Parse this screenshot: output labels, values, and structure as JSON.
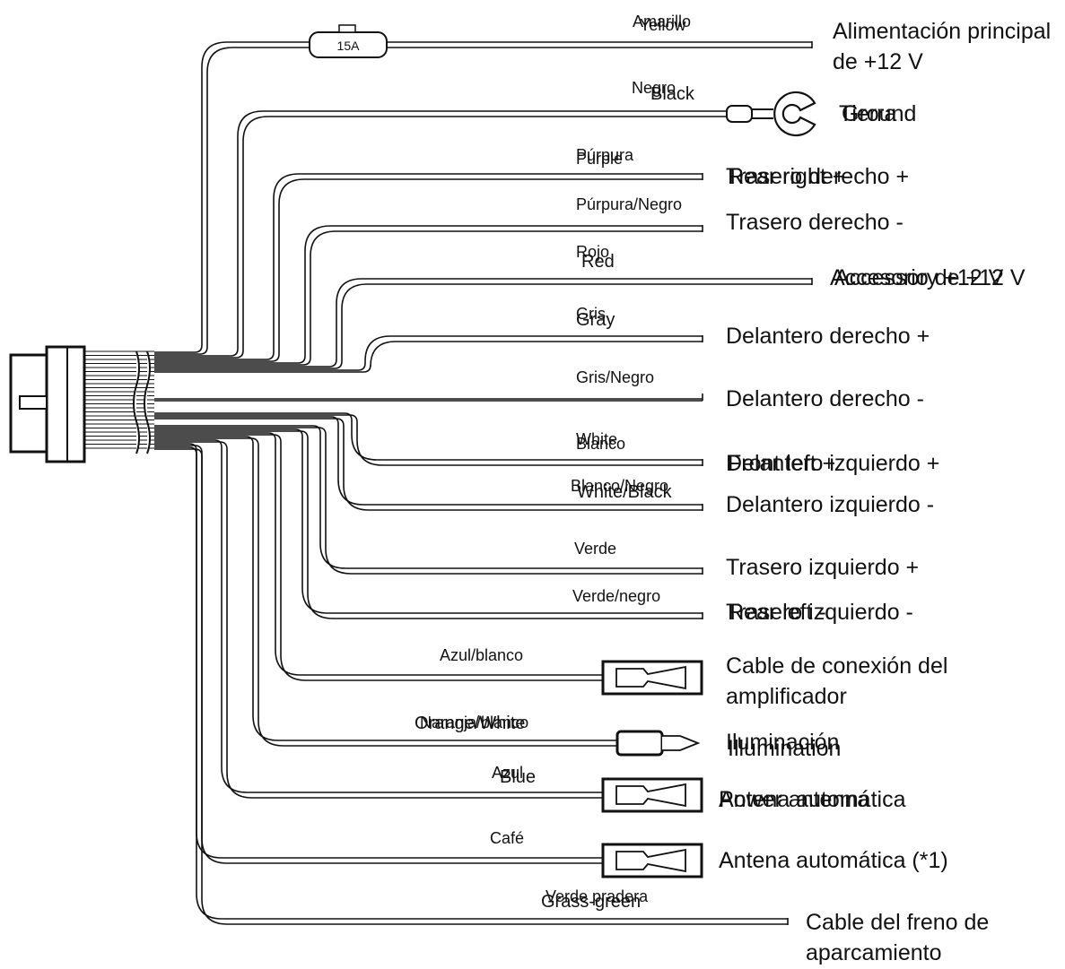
{
  "fuse": {
    "label": "15A"
  },
  "wires": [
    {
      "color_es": "Amarillo",
      "color_en": "Yellow",
      "function_es": "Alimentación principal de +12 V",
      "connector": "plain"
    },
    {
      "color_es": "Negro",
      "color_en": "Black",
      "function_es": "Tierra",
      "function_en": "Ground",
      "connector": "ring"
    },
    {
      "color_es": "Púrpura",
      "color_en": "Purple",
      "function_es": "Trasero derecho +",
      "function_en": "Rear right +",
      "connector": "plain"
    },
    {
      "color_es": "Púrpura/Negro",
      "function_es": "Trasero derecho -",
      "connector": "plain"
    },
    {
      "color_es": "Rojo",
      "color_en": "Red",
      "function_es": "Accesorio de +12 V",
      "function_en": "Accessory +12 V",
      "connector": "plain"
    },
    {
      "color_es": "Gris",
      "color_en": "Gray",
      "function_es": "Delantero derecho +",
      "connector": "plain"
    },
    {
      "color_es": "Gris/Negro",
      "function_es": "Delantero derecho -",
      "connector": "plain"
    },
    {
      "color_es": "Blanco",
      "color_en": "White",
      "function_es": "Delantero izquierdo +",
      "function_en": "Front left +",
      "connector": "plain"
    },
    {
      "color_es": "Blanco/Negro",
      "color_en": "White/Black",
      "function_es": "Delantero izquierdo -",
      "connector": "plain"
    },
    {
      "color_es": "Verde",
      "function_es": "Trasero izquierdo +",
      "connector": "plain"
    },
    {
      "color_es": "Verde/negro",
      "function_es": "Trasero izquierdo -",
      "function_en": "Rear left -",
      "connector": "plain"
    },
    {
      "color_es": "Azul/blanco",
      "function_es": "Cable de conexión del amplificador",
      "connector": "female"
    },
    {
      "color_es": "Naranja/blanco",
      "color_en": "Orange/White",
      "function_es": "Iluminación",
      "function_en": "Illumination",
      "connector": "male"
    },
    {
      "color_es": "Azul",
      "color_en": "Blue",
      "function_es": "Antena automática",
      "function_en": "Power antenna",
      "connector": "female"
    },
    {
      "color_es": "Café",
      "function_es": "Antena automática (*1)",
      "connector": "female"
    },
    {
      "color_es": "Verde pradera",
      "color_en": "Grass-green",
      "function_es": "Cable del freno de aparcamiento",
      "connector": "plain"
    }
  ]
}
